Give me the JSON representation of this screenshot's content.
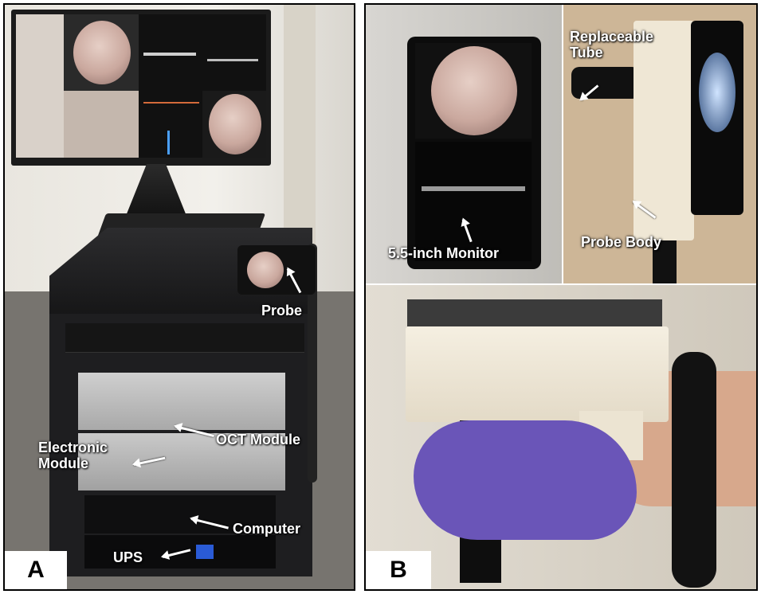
{
  "panel_a": {
    "letter": "A",
    "labels": {
      "probe": "Probe",
      "oct_module": "OCT Module",
      "electronic_module": "Electronic\nModule",
      "computer": "Computer",
      "ups": "UPS"
    }
  },
  "panel_b": {
    "letter": "B",
    "labels": {
      "replaceable_tube": "Replaceable\nTube",
      "monitor": "5.5-inch Monitor",
      "probe_body": "Probe Body"
    }
  },
  "colors": {
    "frame": "#000000",
    "label_text": "#ffffff",
    "glove": "#6a55b8",
    "cart": "#1e1e20"
  }
}
